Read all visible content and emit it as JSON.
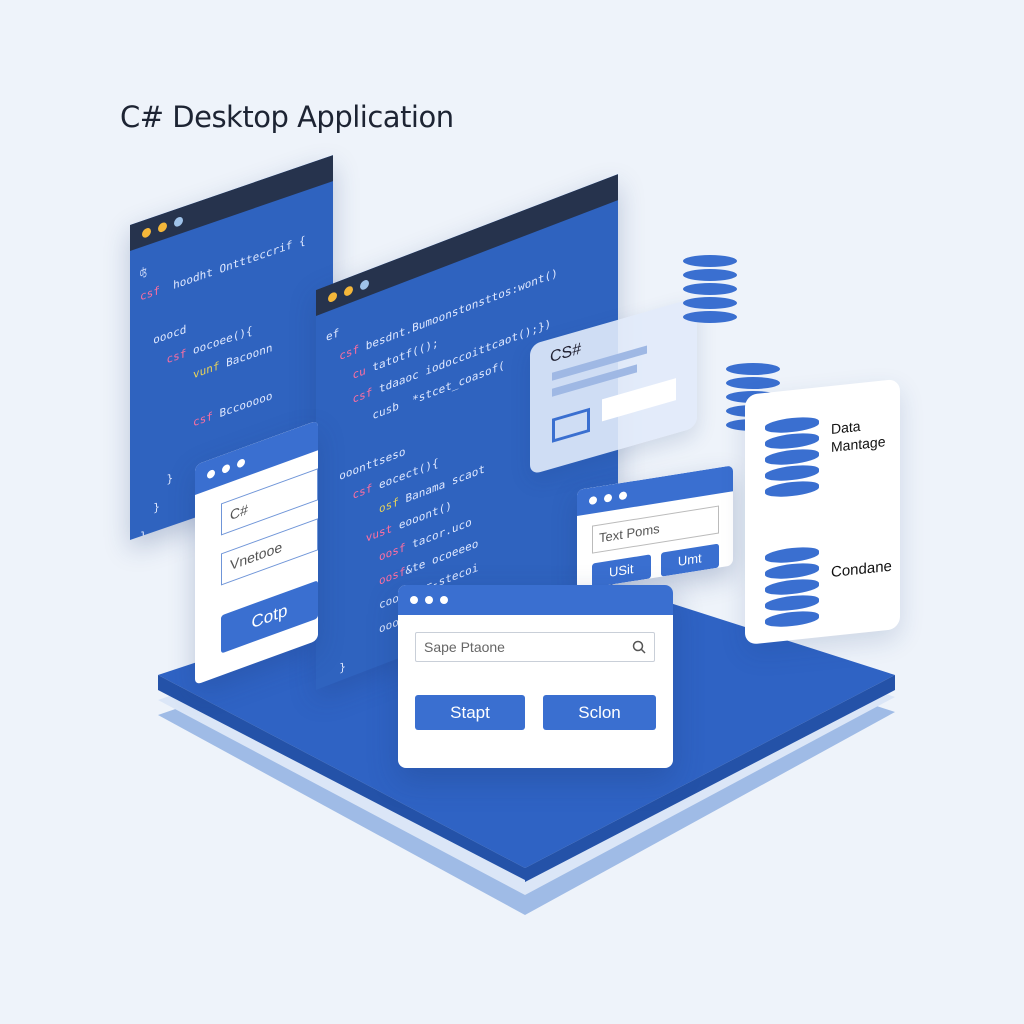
{
  "title": "C# Desktop Application",
  "left_code": [
    "ʤ",
    "csf  hoodht Onttteccrif {",
    "",
    "  ooocd",
    "    csf oocoee(){",
    "        vunf Bacoonn",
    "",
    "        csf Bccooooo",
    "",
    "    }",
    "  }",
    "}"
  ],
  "main_code": [
    "ef",
    "  csf besdnt.Bumoonstonsttos:wont()",
    "    cu tatotf(();",
    "    csf tdaaoc iodoccoittcaot();})",
    "       cusb  *stcet_coasof(",
    "",
    "  ooonttseso",
    "    csf eocect(){",
    "        osf Banama scaot",
    "      vust eooont()",
    "        oosf tacor.uco",
    "        oosf&te ocoeeeo",
    "        coosteor-stecoi",
    "        ooorepo()",
    "  }",
    "}"
  ],
  "form_left": {
    "field1": "C#",
    "field2": "Vnetooe",
    "button": "Cotp"
  },
  "glass_card": {
    "label": "CS#"
  },
  "text_window": {
    "field": "Text Poms",
    "button1": "USit",
    "button2": "Umt"
  },
  "db_panel": {
    "item1": "Data\nMantage",
    "item2": "Condane"
  },
  "front_window": {
    "search_placeholder": "Sape Ptaone",
    "button1": "Stapt",
    "button2": "Sclon"
  },
  "colors": {
    "accent": "#3a6fd0",
    "dark_bar": "#26334d",
    "background": "#eef3fa"
  }
}
